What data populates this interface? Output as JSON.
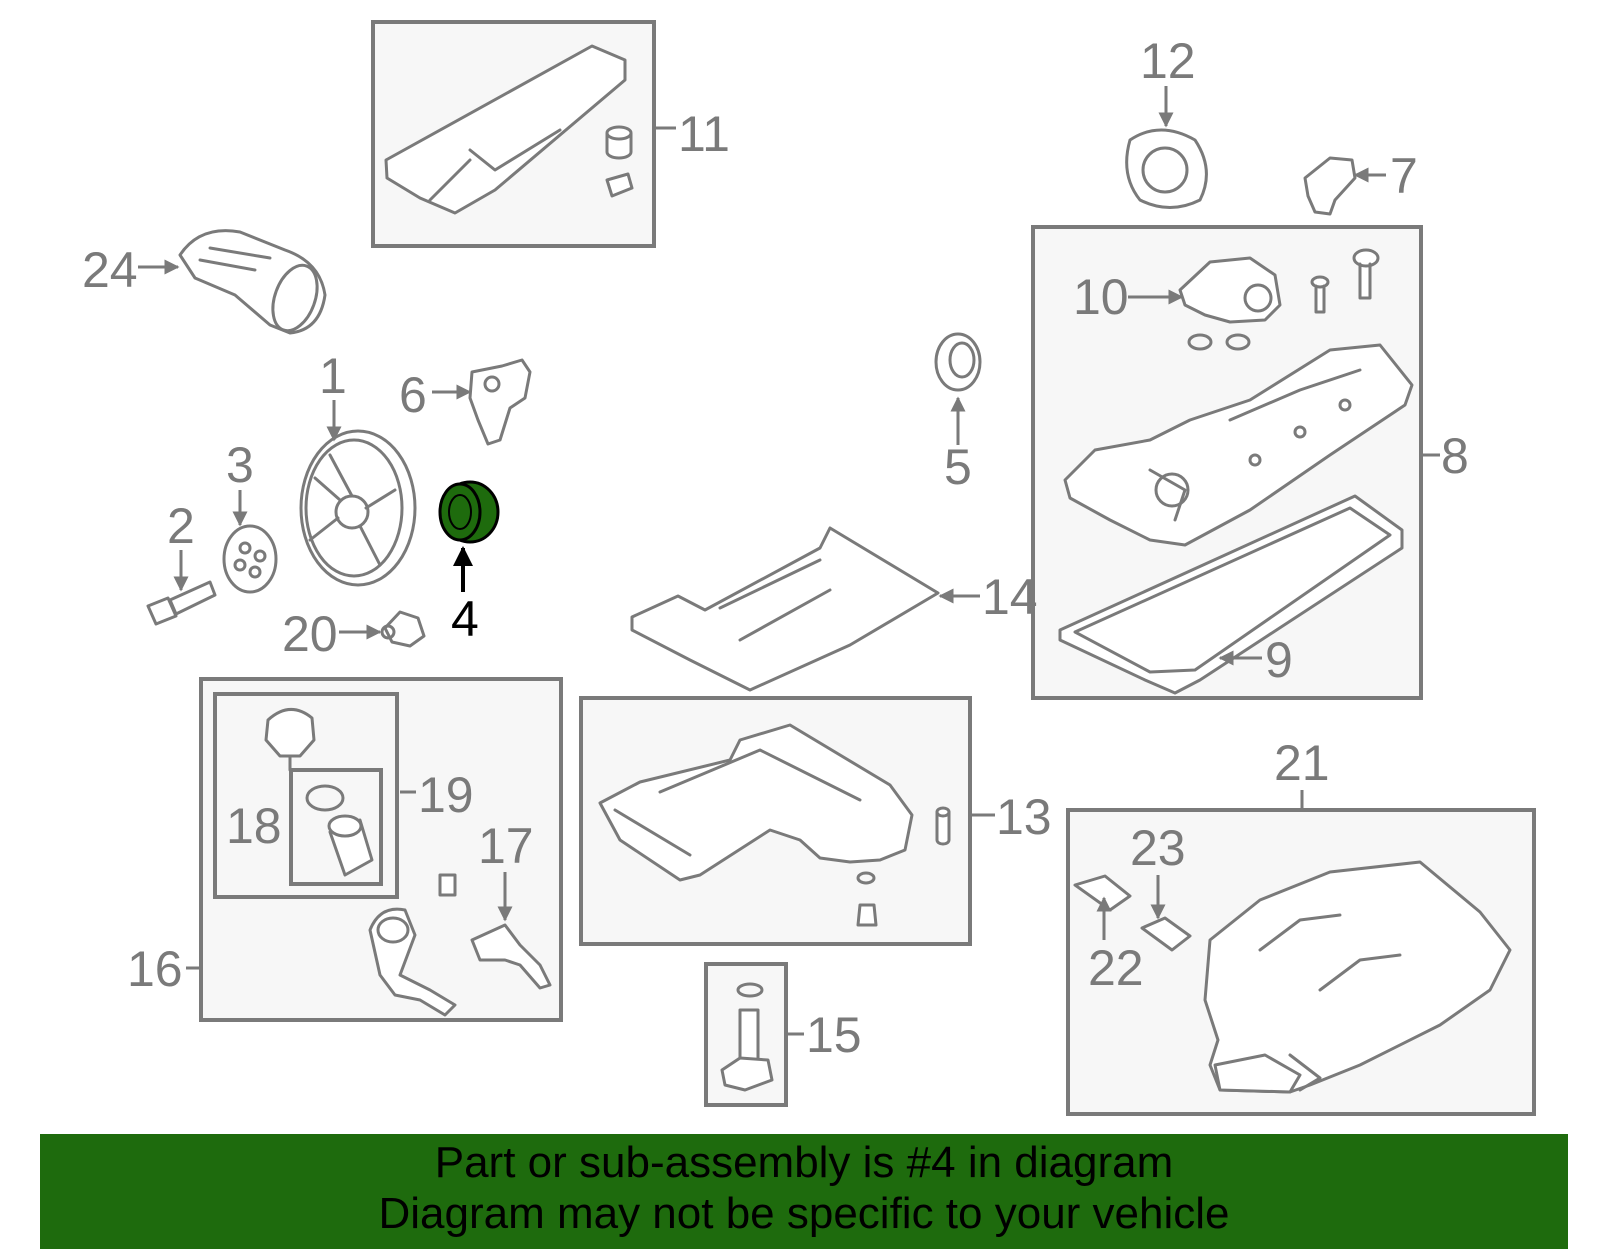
{
  "diagram": {
    "highlight_color": "#1e6b0d",
    "highlighted_part": "4",
    "callouts": [
      "1",
      "2",
      "3",
      "4",
      "5",
      "6",
      "7",
      "8",
      "9",
      "10",
      "11",
      "12",
      "13",
      "14",
      "15",
      "16",
      "17",
      "18",
      "19",
      "20",
      "21",
      "22",
      "23",
      "24"
    ]
  },
  "banner": {
    "line1": "Part or sub-assembly is #4 in diagram",
    "line2": "Diagram may not be specific to your vehicle",
    "background": "#1e6b0d"
  }
}
